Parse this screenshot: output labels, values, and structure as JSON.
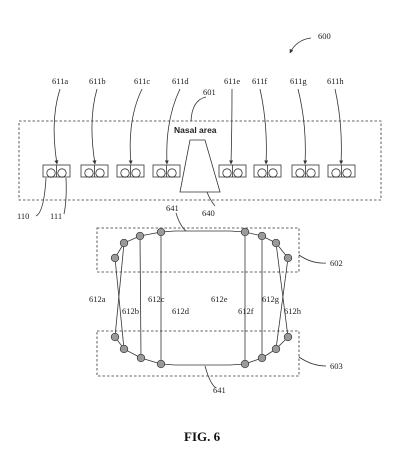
{
  "figure": {
    "caption": "FIG. 6",
    "ref_figure": "600",
    "ref_sensor_band": "601",
    "ref_upper_region": "602",
    "ref_lower_region": "603",
    "ref_nasal_marker": "640",
    "ref_contour_top": "641",
    "ref_contour_bottom": "641",
    "ref_sensor_left_a": "110",
    "ref_sensor_left_b": "111",
    "nasal_area_label": "Nasal area",
    "sensor_labels": [
      "611a",
      "611b",
      "611c",
      "611d",
      "611e",
      "611f",
      "611g",
      "611h"
    ],
    "electrode_labels": [
      "612a",
      "612b",
      "612c",
      "612d",
      "612e",
      "612f",
      "612g",
      "612h"
    ]
  }
}
